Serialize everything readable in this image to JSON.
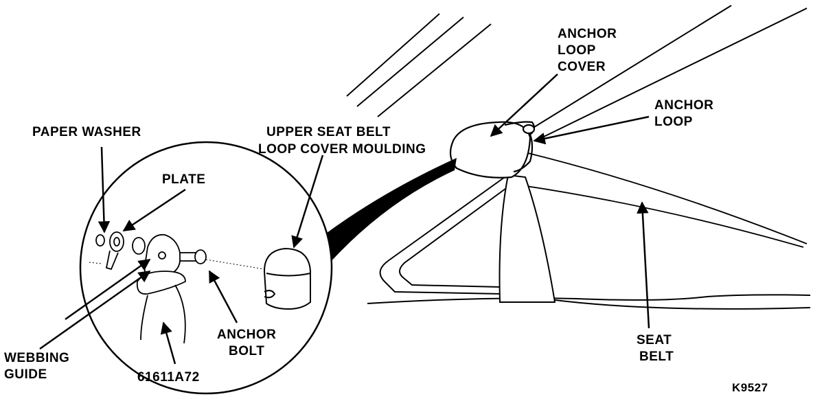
{
  "labels": {
    "paper_washer": "PAPER WASHER",
    "plate": "PLATE",
    "upper_moulding_1": "UPPER SEAT BELT",
    "upper_moulding_2": "LOOP COVER MOULDING",
    "anchor_loop_cover_1": "ANCHOR",
    "anchor_loop_cover_2": "LOOP",
    "anchor_loop_cover_3": "COVER",
    "anchor_loop_1": "ANCHOR",
    "anchor_loop_2": "LOOP",
    "anchor_bolt_1": "ANCHOR",
    "anchor_bolt_2": "BOLT",
    "webbing_guide_1": "WEBBING",
    "webbing_guide_2": "GUIDE",
    "part_number": "61611A72",
    "seat_belt_1": "SEAT",
    "seat_belt_2": "BELT",
    "figure_code": "K9527"
  }
}
